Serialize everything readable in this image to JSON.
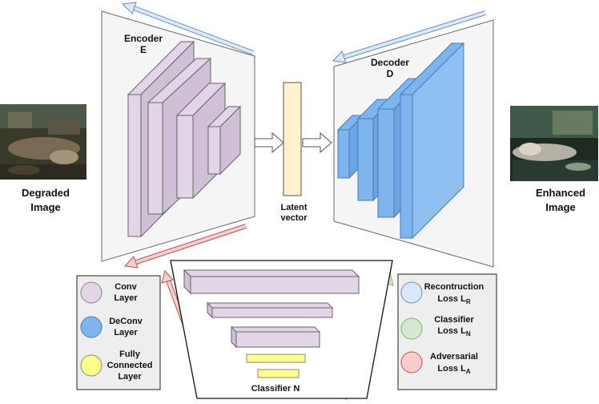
{
  "left_image": {
    "label_line1": "Degraded",
    "label_line2": "Image"
  },
  "right_image": {
    "label_line1": "Enhanced",
    "label_line2": "Image"
  },
  "encoder": {
    "label_line1": "Encoder",
    "label_line2": "E"
  },
  "decoder": {
    "label_line1": "Decoder",
    "label_line2": "D"
  },
  "latent": {
    "label_line1": "Latent",
    "label_line2": "vector"
  },
  "classifier": {
    "label": "Classifier N"
  },
  "legend_left": {
    "items": [
      {
        "line1": "Conv",
        "line2": "Layer",
        "line3": "",
        "color": "#e1d5e7"
      },
      {
        "line1": "DeConv",
        "line2": "Layer",
        "line3": "",
        "color": "#7fb5ee"
      },
      {
        "line1": "Fully",
        "line2": "Connected",
        "line3": "Layer",
        "color": "#ffff88"
      }
    ]
  },
  "legend_right": {
    "items": [
      {
        "line1": "Recontruction",
        "line2": "Loss L",
        "sub": "R",
        "color": "#dae8fc"
      },
      {
        "line1": "Classifier",
        "line2": "Loss L",
        "sub": "N",
        "color": "#d5e8d4"
      },
      {
        "line1": "Adversarial",
        "line2": "Loss L",
        "sub": "A",
        "color": "#f8cecc"
      }
    ]
  },
  "colors": {
    "conv": "#e1d5e7",
    "deconv": "#7fb5ee",
    "latent": "#fff2cc",
    "fc": "#ffff88",
    "reconstruction_arrow": "#dae8fc",
    "classifier_arrow": "#d5e8d4",
    "adversarial_arrow": "#f8cecc"
  }
}
